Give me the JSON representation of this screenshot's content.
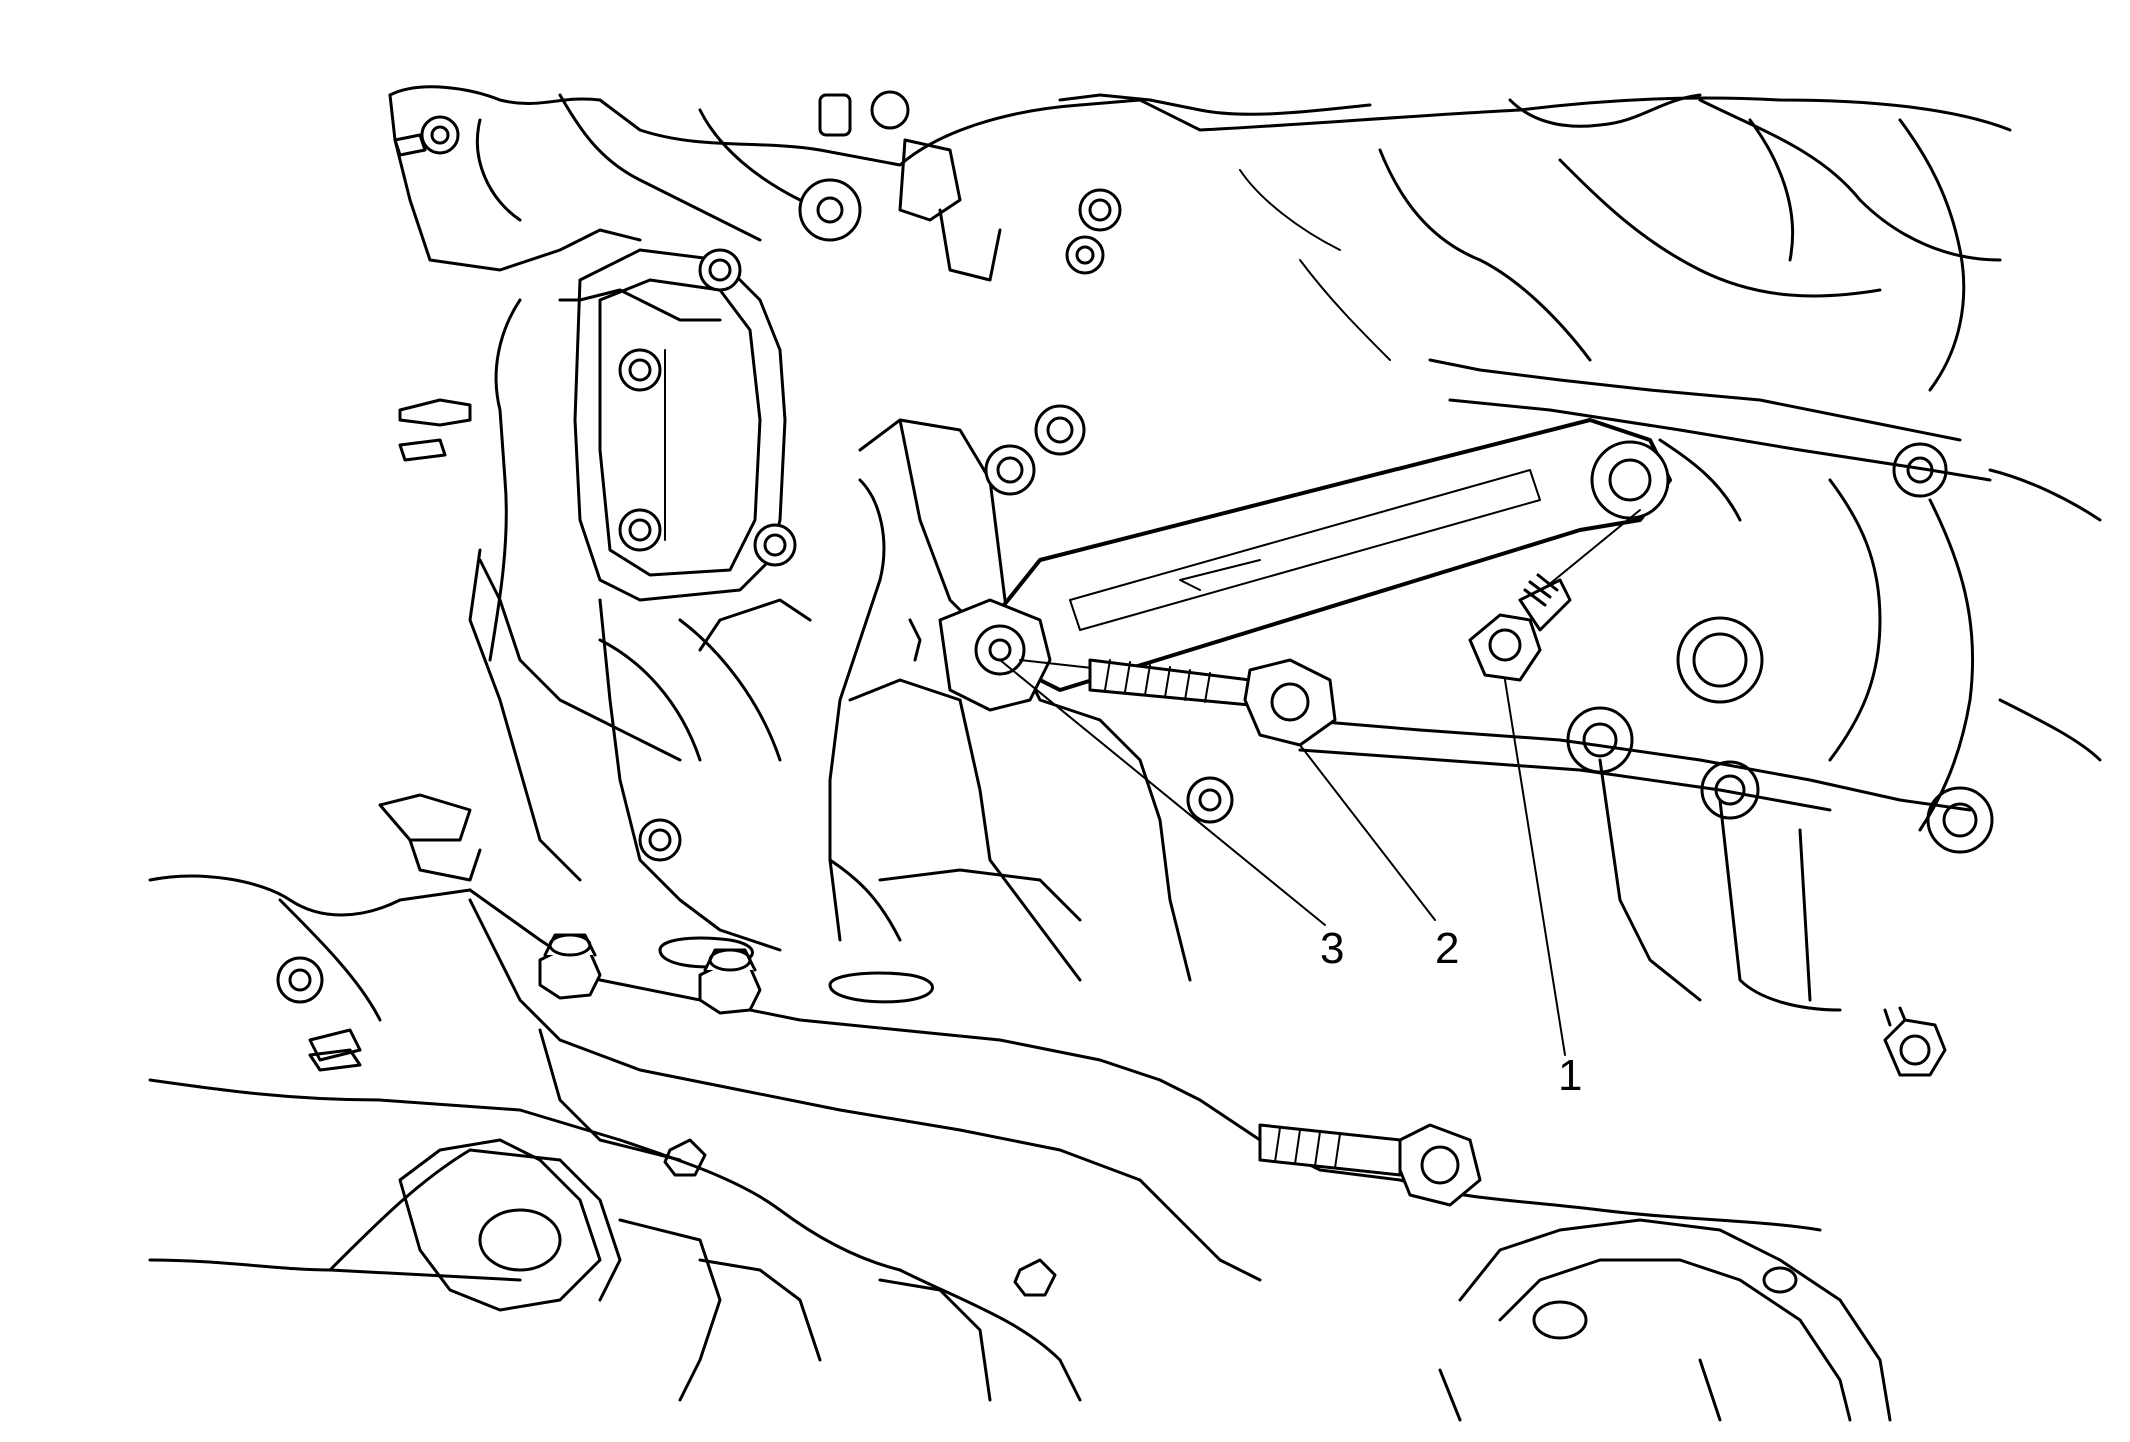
{
  "figure": {
    "background": "#ffffff",
    "line_color": "#000000",
    "callouts": [
      {
        "id": "1",
        "label": "1"
      },
      {
        "id": "2",
        "label": "2"
      },
      {
        "id": "3",
        "label": "3"
      }
    ]
  }
}
